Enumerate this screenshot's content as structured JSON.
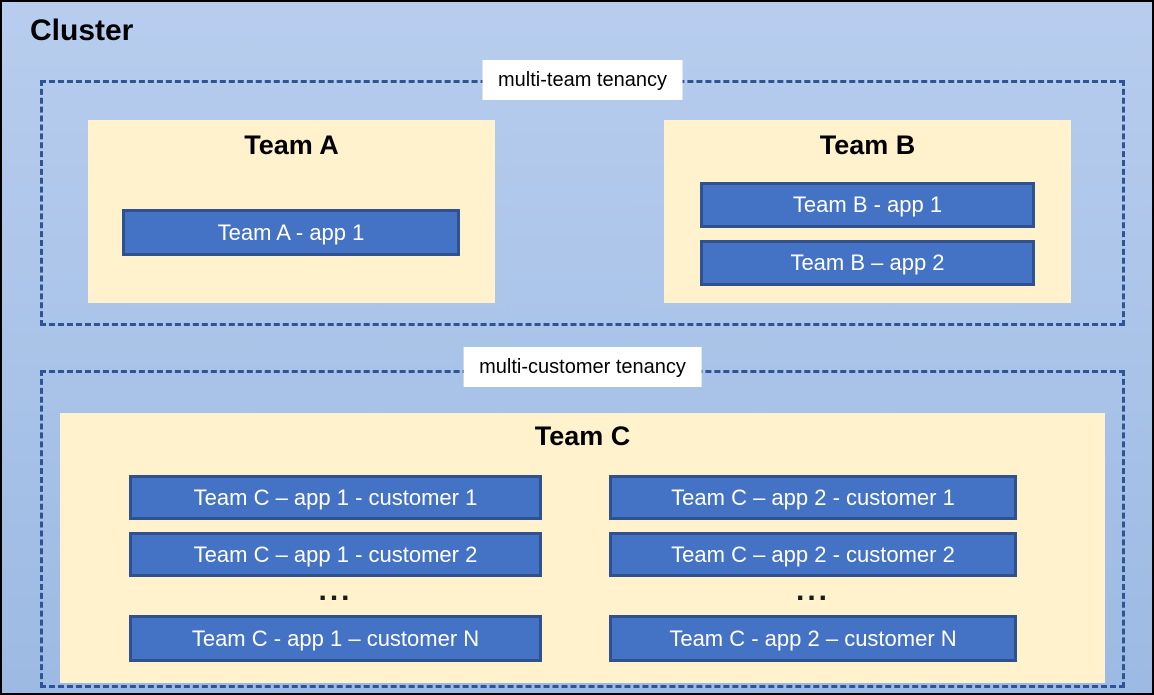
{
  "cluster": {
    "title": "Cluster"
  },
  "groups": [
    {
      "label": "multi-team tenancy",
      "teams": [
        {
          "name": "Team A",
          "apps": [
            "Team A - app 1"
          ]
        },
        {
          "name": "Team B",
          "apps": [
            "Team B - app 1",
            "Team B – app 2"
          ]
        }
      ]
    },
    {
      "label": "multi-customer tenancy",
      "teams": [
        {
          "name": "Team C",
          "columns": [
            {
              "apps": [
                "Team C – app 1 - customer 1",
                "Team C – app 1 - customer 2"
              ],
              "ellipsis": "...",
              "app_n": "Team C - app 1 – customer N"
            },
            {
              "apps": [
                "Team C – app 2 - customer 1",
                "Team C – app 2 - customer 2"
              ],
              "ellipsis": "...",
              "app_n": "Team C - app 2 – customer N"
            }
          ]
        }
      ]
    }
  ],
  "colors": {
    "canvas_bg_top": "#B8CDEE",
    "canvas_bg_bottom": "#9CBAE3",
    "frame_border": "#000000",
    "dashed_border": "#2F5496",
    "panel_bg": "#FFF2CC",
    "app_fill": "#4472C4",
    "app_border": "#2F528F",
    "app_text": "#FFFFFF",
    "label_bg": "#FFFFFF",
    "title_text": "#000000"
  }
}
